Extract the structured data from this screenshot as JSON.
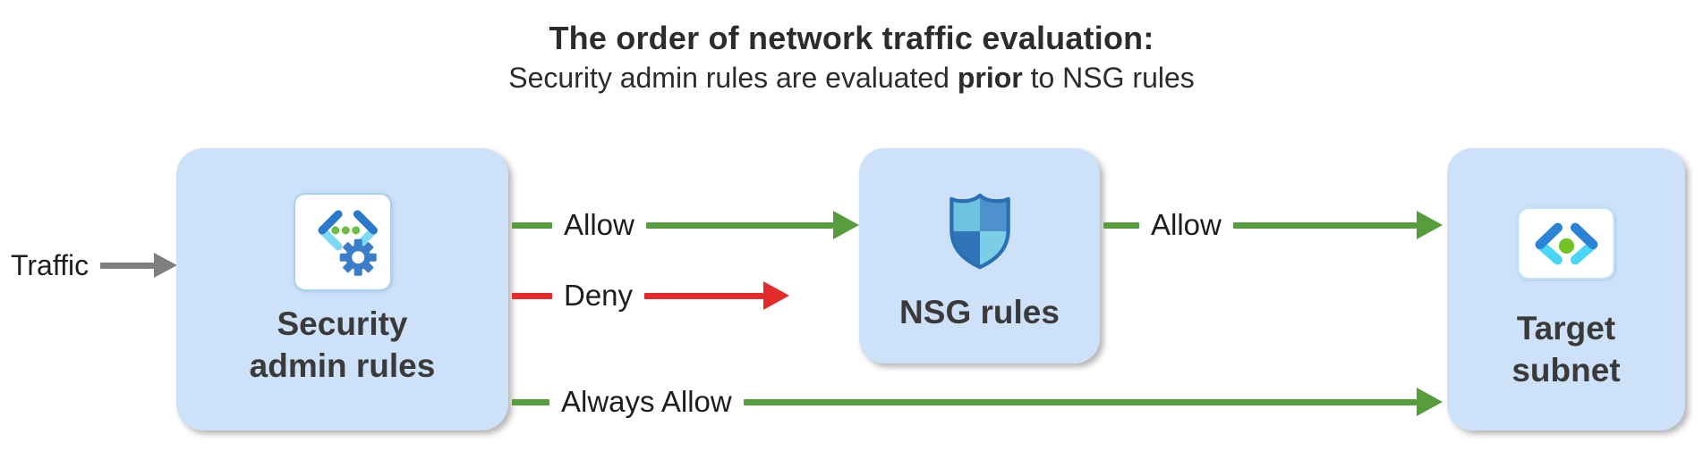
{
  "header": {
    "title": "The order of network traffic evaluation:",
    "subtitle": {
      "prefix": "Security admin rules are evaluated ",
      "bold": "prior",
      "suffix": " to NSG rules"
    }
  },
  "nodes": {
    "security_admin": {
      "line1": "Security",
      "line2": "admin rules",
      "icon": "code-gear-icon"
    },
    "nsg": {
      "label": "NSG rules",
      "icon": "shield-icon"
    },
    "target": {
      "line1": "Target",
      "line2": "subnet",
      "icon": "subnet-code-icon"
    }
  },
  "arrows": {
    "traffic": {
      "label": "Traffic",
      "color": "#7f7f7f"
    },
    "allow_to_nsg": {
      "label": "Allow",
      "color": "#579c3d"
    },
    "deny": {
      "label": "Deny",
      "color": "#e32b2b"
    },
    "allow_to_target": {
      "label": "Allow",
      "color": "#579c3d"
    },
    "always_allow": {
      "label": "Always Allow",
      "color": "#579c3d"
    }
  },
  "colors": {
    "node_fill": "#cde1f8",
    "allow_green": "#579c3d",
    "deny_red": "#e32b2b",
    "traffic_gray": "#7f7f7f",
    "label_text": "#3a3a3a"
  }
}
